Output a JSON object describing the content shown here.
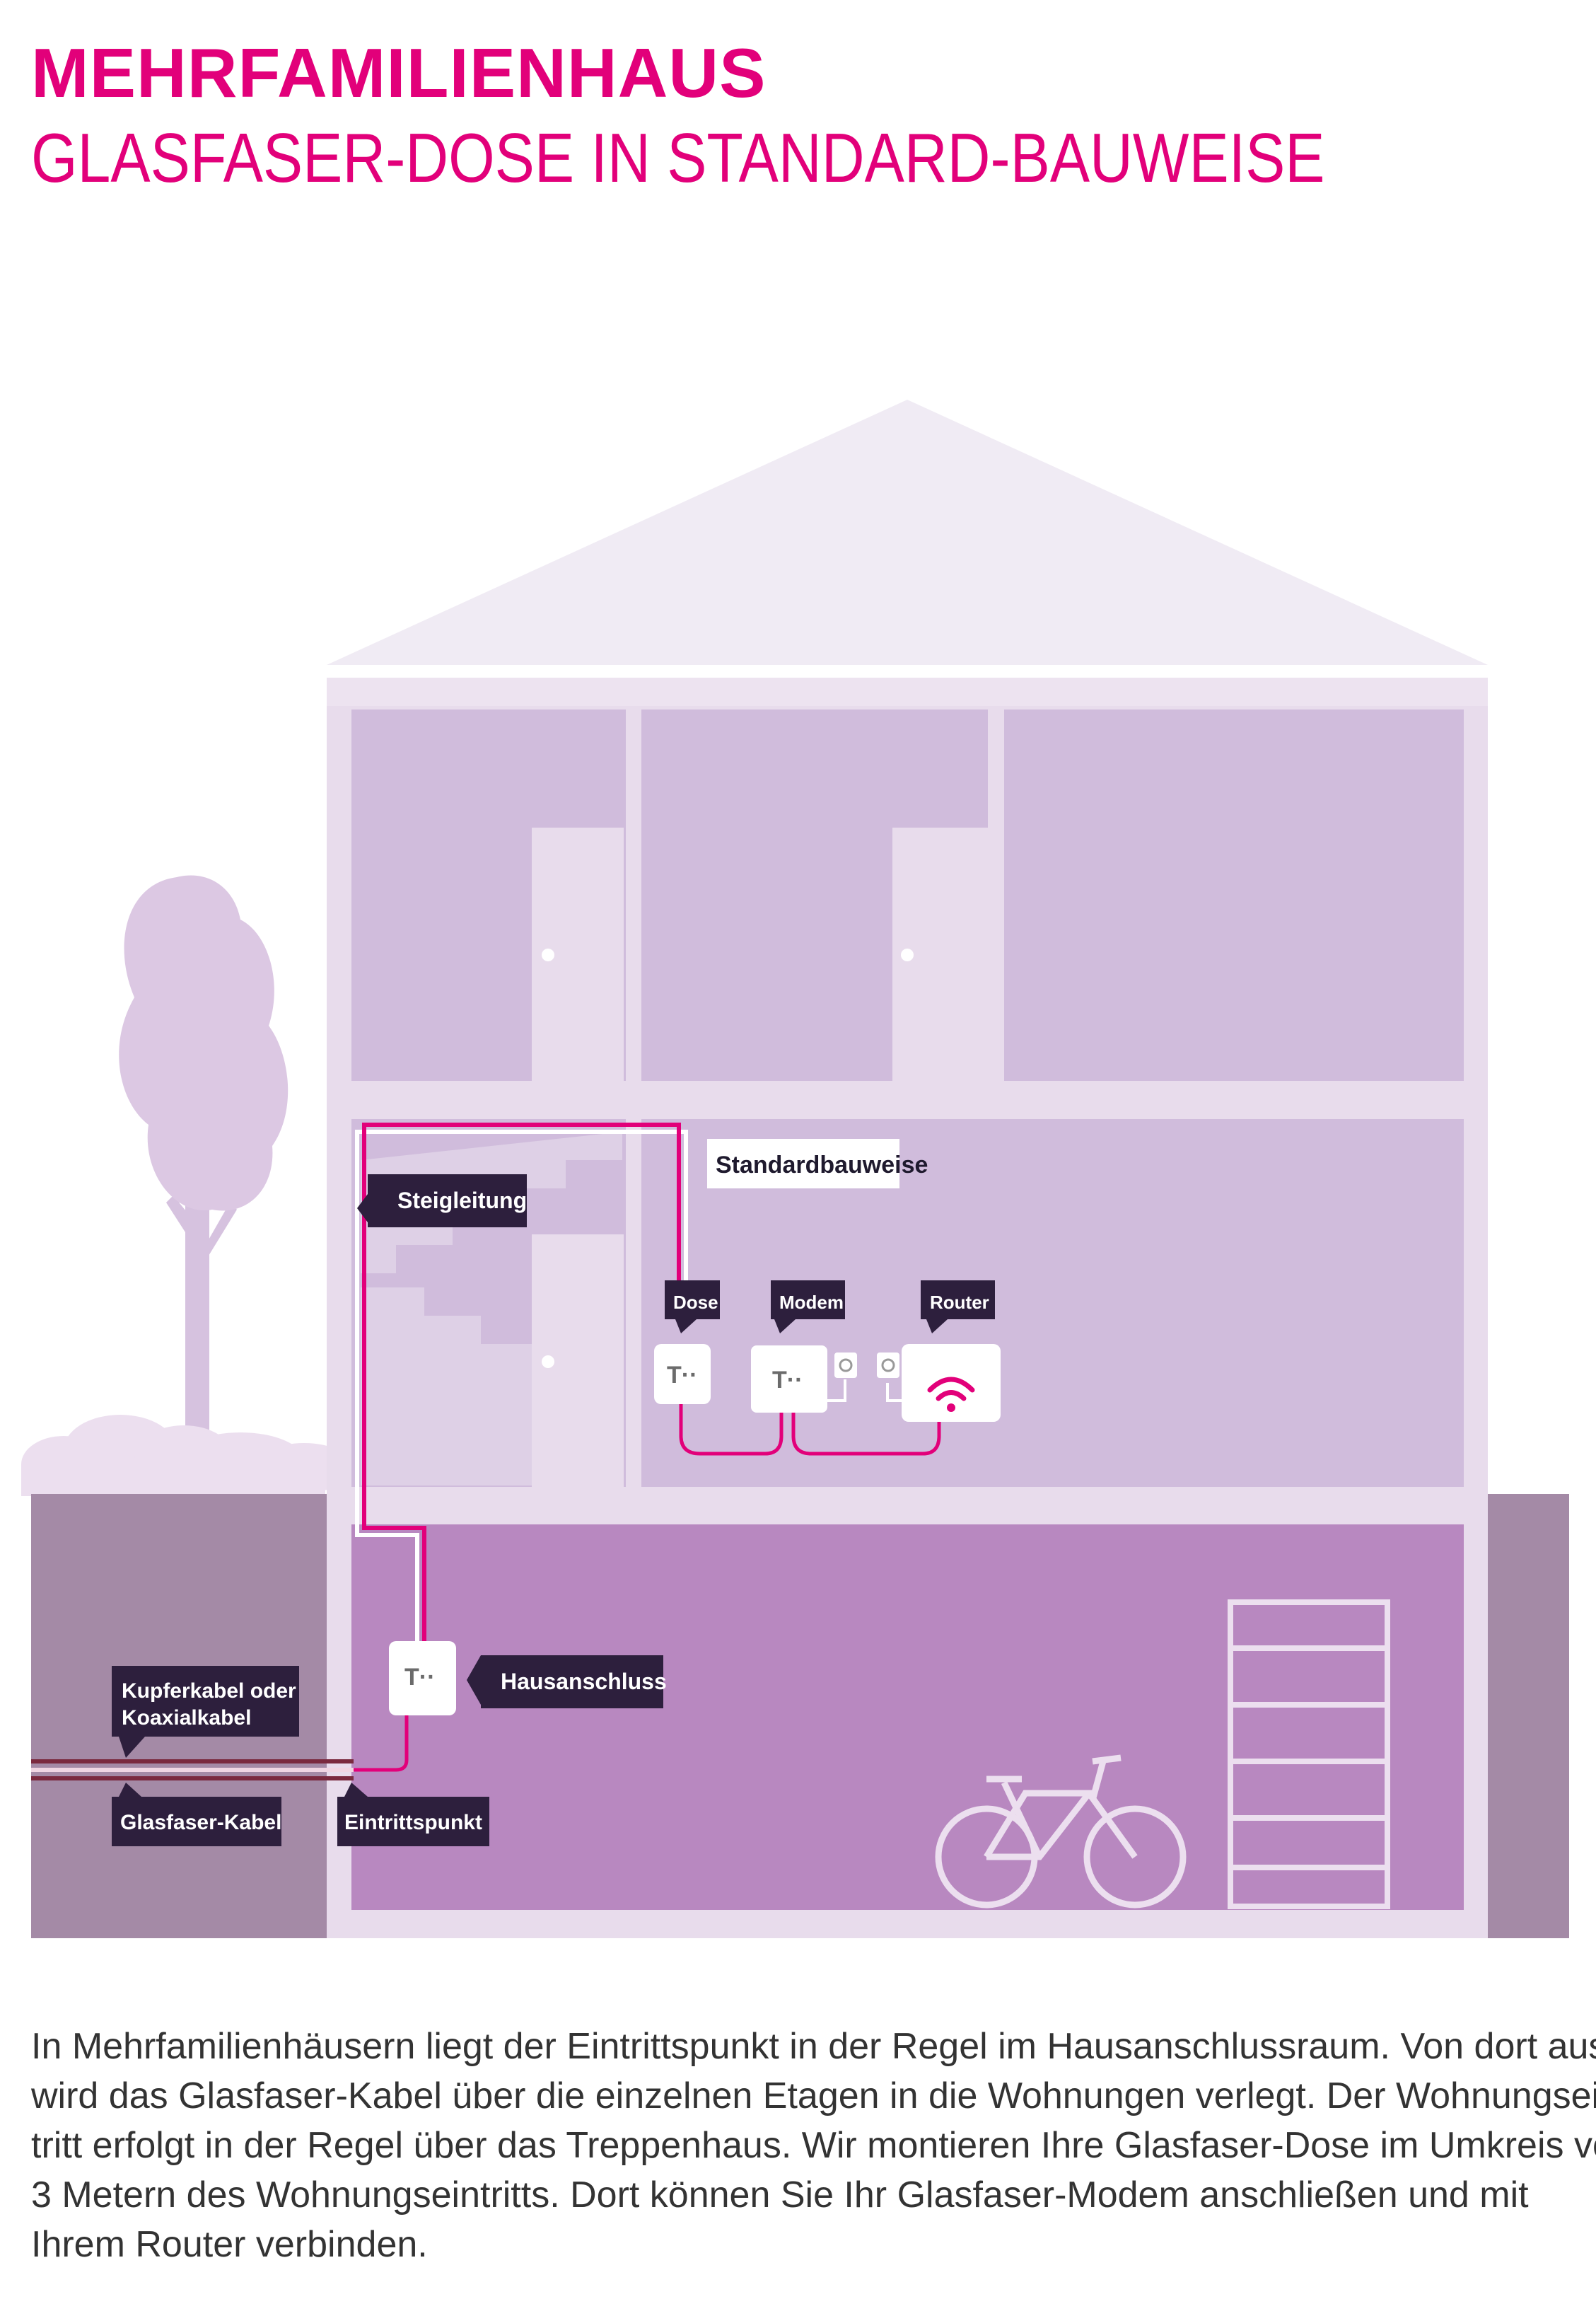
{
  "header": {
    "title": "MEHRFAMILIENHAUS",
    "subtitle": "GLASFASER-DOSE IN STANDARD-BAUWEISE"
  },
  "labels": {
    "steigleitung": "Steigleitung",
    "standardbauweise": "Standardbauweise",
    "dose": "Dose",
    "modem": "Modem",
    "router": "Router",
    "hausanschluss": "Hausanschluss",
    "kupferkabel_line1": "Kupferkabel oder",
    "kupferkabel_line2": "Koaxialkabel",
    "glasfaser_kabel": "Glasfaser-Kabel",
    "eintrittspunkt": "Eintrittspunkt"
  },
  "device_logo": "T··",
  "description_lines": [
    "In Mehrfamilienhäusern liegt der Eintrittspunkt in der Regel im Hausanschlussraum. Von dort aus",
    "wird das Glasfaser-Kabel über die einzelnen Etagen in die Wohnungen verlegt. Der Wohnungsein-",
    "tritt erfolgt in der Regel über das Treppenhaus. Wir montieren Ihre Glasfaser-Dose im Umkreis von",
    "3 Metern des Wohnungseintritts. Dort können Sie Ihr Glasfaser-Modem anschließen und mit",
    "Ihrem Router verbinden."
  ],
  "colors": {
    "magenta": "#e2007a",
    "label_bg": "#2d1f3d",
    "roof": "#f0ebf4",
    "facade": "#e8dcec",
    "room": "#d0bcdc",
    "basement": "#b888c0",
    "ground": "#a48aa6"
  }
}
